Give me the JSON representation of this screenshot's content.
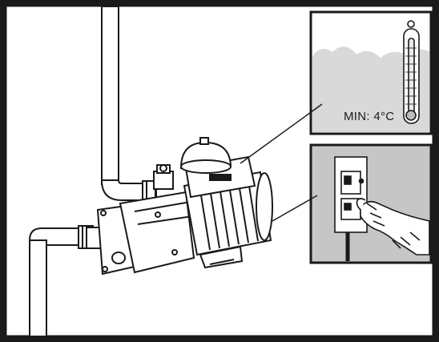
{
  "thermometer_panel": {
    "min_temperature_label": "MIN: 4°C"
  },
  "icons": {
    "thermometer": "thermometer-icon",
    "pump": "water-pump",
    "socket": "wall-socket-icon",
    "hand": "hand-unplugging"
  },
  "colors": {
    "frame": "#1a1a1a",
    "panel_bg_thermo": "#d9d9d9",
    "panel_bg_socket": "#c6c6c6",
    "line": "#1a1a1a",
    "fill": "#ffffff"
  }
}
